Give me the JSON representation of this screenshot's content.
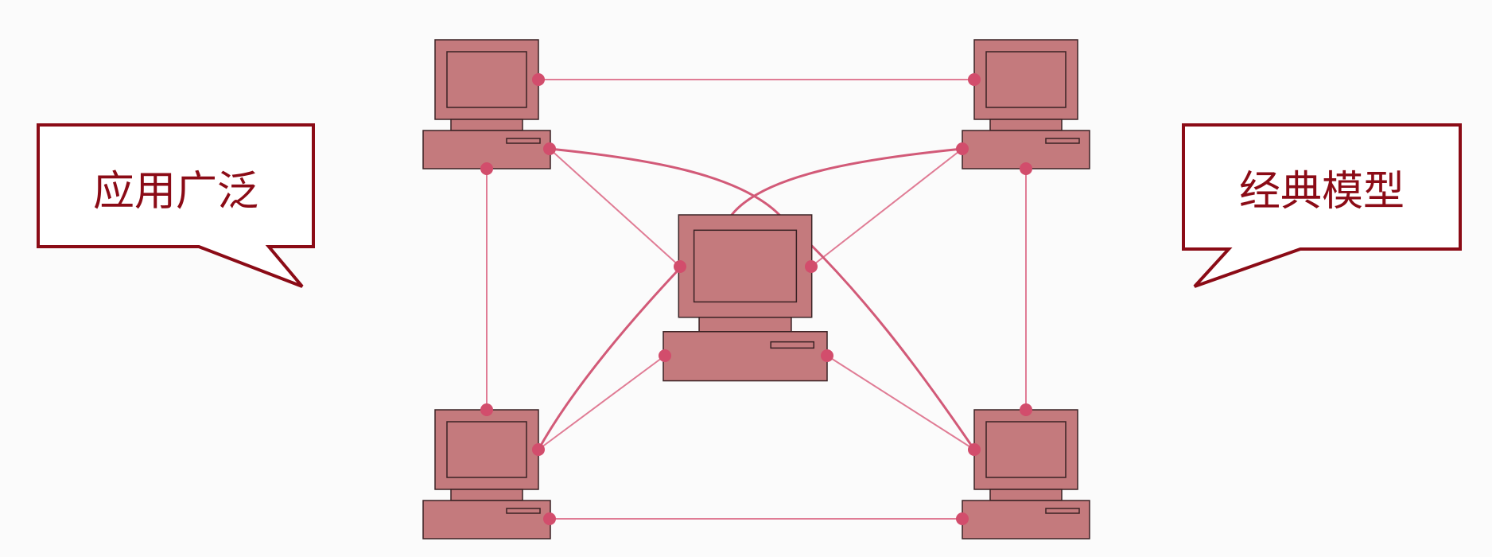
{
  "colors": {
    "background": "#fbfbfb",
    "callout_stroke": "#8b0b16",
    "callout_fill": "#ffffff",
    "callout_text": "#8b0b16",
    "computer_fill": "#c47a7d",
    "computer_stroke": "#3a2224",
    "link_line": "#e07c95",
    "curve_line": "#d25a78",
    "port": "#d24d6c"
  },
  "callouts": {
    "left": {
      "text": "应用广泛"
    },
    "right": {
      "text": "经典模型"
    }
  },
  "diagram": {
    "nodes": [
      {
        "id": "top-left",
        "icon": "computer-icon"
      },
      {
        "id": "top-right",
        "icon": "computer-icon"
      },
      {
        "id": "center",
        "icon": "computer-icon"
      },
      {
        "id": "bottom-left",
        "icon": "computer-icon"
      },
      {
        "id": "bottom-right",
        "icon": "computer-icon"
      }
    ],
    "links": [
      {
        "from": "top-left",
        "to": "top-right"
      },
      {
        "from": "bottom-left",
        "to": "bottom-right"
      },
      {
        "from": "top-left",
        "to": "bottom-left"
      },
      {
        "from": "top-right",
        "to": "bottom-right"
      },
      {
        "from": "top-left",
        "to": "center"
      },
      {
        "from": "top-right",
        "to": "center"
      },
      {
        "from": "bottom-left",
        "to": "center"
      },
      {
        "from": "bottom-right",
        "to": "center"
      },
      {
        "from": "top-left",
        "to": "bottom-right"
      },
      {
        "from": "top-right",
        "to": "bottom-left"
      }
    ]
  }
}
